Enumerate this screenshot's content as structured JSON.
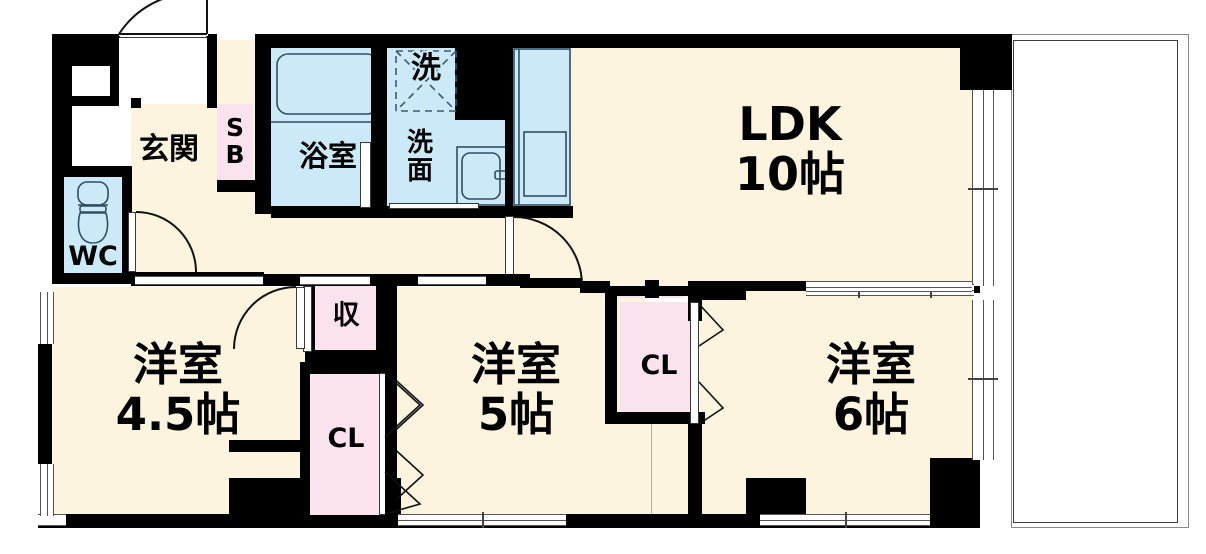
{
  "plan": {
    "type": "japanese-apartment-floor-plan",
    "layout_code": "3LDK",
    "palette": {
      "wall": "#000000",
      "floor": "#fdf4e0",
      "water_area": "#cce9f8",
      "closet": "#fae2ef",
      "balcony": "#ffffff",
      "outline": "#8a8a8a"
    },
    "rooms": [
      {
        "id": "ldk",
        "name": "LDK",
        "size": "10帖",
        "label_line1": "LDK",
        "label_line2": "10帖"
      },
      {
        "id": "washitsu_45",
        "name": "洋室",
        "size": "4.5帖",
        "label_line1": "洋室",
        "label_line2": "4.5帖"
      },
      {
        "id": "washitsu_5",
        "name": "洋室",
        "size": "5帖",
        "label_line1": "洋室",
        "label_line2": "5帖"
      },
      {
        "id": "washitsu_6",
        "name": "洋室",
        "size": "6帖",
        "label_line1": "洋室",
        "label_line2": "6帖"
      }
    ],
    "service_areas": [
      {
        "id": "genkan",
        "label": "玄関"
      },
      {
        "id": "sb",
        "label_line1": "S",
        "label_line2": "B"
      },
      {
        "id": "wc",
        "label": "WC"
      },
      {
        "id": "yokushitsu",
        "label": "浴室"
      },
      {
        "id": "sentaku",
        "label": "洗"
      },
      {
        "id": "senmen",
        "label_line1": "洗",
        "label_line2": "面"
      }
    ],
    "storage": [
      {
        "id": "shuunou",
        "label": "収"
      },
      {
        "id": "cl_left",
        "label": "CL"
      },
      {
        "id": "cl_mid",
        "label": "CL"
      }
    ]
  }
}
